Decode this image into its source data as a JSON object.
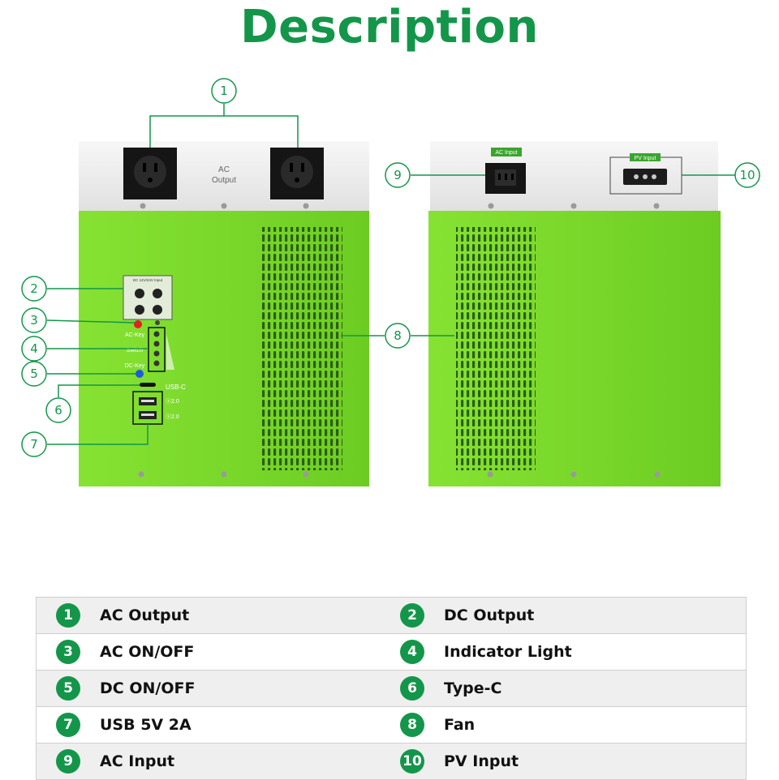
{
  "title": "Description",
  "front_panel": {
    "ac_output_label_line1": "AC",
    "ac_output_label_line2": "Output",
    "dc_input_label": "DC 12V/24V Input",
    "ac_key": "AC-Key",
    "switch": "Switch",
    "dc_key": "DC-Key",
    "usb_c": "USB-C",
    "usb1": "2.0",
    "usb2": "2.0"
  },
  "back_panel": {
    "ac_input_label": "AC Input",
    "pv_input_label": "PV Input"
  },
  "callouts": [
    "1",
    "2",
    "3",
    "4",
    "5",
    "6",
    "7",
    "8",
    "9",
    "10"
  ],
  "legend": [
    {
      "left": {
        "num": "1",
        "label": "AC Output"
      },
      "right": {
        "num": "2",
        "label": "DC Output"
      }
    },
    {
      "left": {
        "num": "3",
        "label": "AC ON/OFF"
      },
      "right": {
        "num": "4",
        "label": "Indicator Light"
      }
    },
    {
      "left": {
        "num": "5",
        "label": "DC ON/OFF"
      },
      "right": {
        "num": "6",
        "label": "Type-C"
      }
    },
    {
      "left": {
        "num": "7",
        "label": "USB 5V 2A"
      },
      "right": {
        "num": "8",
        "label": "Fan"
      }
    },
    {
      "left": {
        "num": "9",
        "label": "AC Input"
      },
      "right": {
        "num": "10",
        "label": "PV Input"
      }
    }
  ],
  "colors": {
    "brand_green": "#14964a",
    "body_green": "#7ddc2e",
    "panel_grey": "#ececec"
  }
}
